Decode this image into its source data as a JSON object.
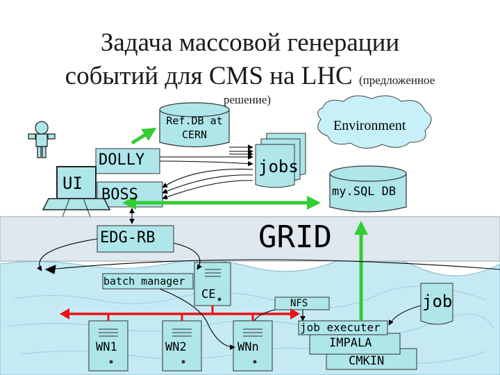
{
  "title": {
    "line1": "Задача массовой генерации",
    "line2": "событий для CMS на LHC",
    "note_a": "(предложенное",
    "note_b": "решение)"
  },
  "nodes": {
    "refdb": "Ref.DB at CERN",
    "refdb_l1": "Ref.DB at",
    "refdb_l2": "CERN",
    "environment": "Environment",
    "dolly": "DOLLY",
    "ui": "UI",
    "boss": "BOSS",
    "jobs": "jobs",
    "mysql": "my.SQL DB",
    "grid": "GRID",
    "edg_rb": "EDG-RB",
    "batch_manager": "batch manager",
    "ce": "CE",
    "nfs": "NFS",
    "job": "job",
    "job_executer": "job executer",
    "impala": "IMPALA",
    "cmkin": "CMKIN",
    "wn1": "WN1",
    "wn2": "WN2",
    "wnn": "WNn"
  },
  "colors": {
    "box_fill": "#aee6ea",
    "grid_fill": "#dfe7ef",
    "green_arrow": "#33cc33",
    "red_bus": "#ee1111",
    "cloud_fill": "#c8f0f8",
    "sea_fill": "#c6eaf4"
  }
}
